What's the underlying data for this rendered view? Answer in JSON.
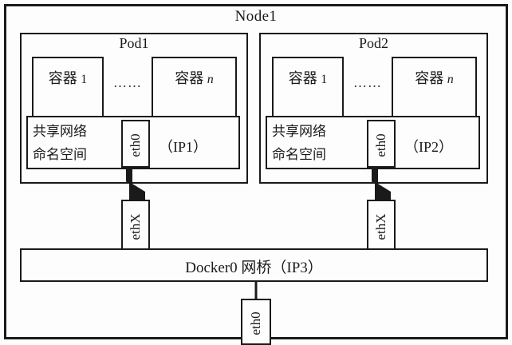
{
  "diagram": {
    "title": "Node1",
    "type": "kubernetes-pod-network-topology",
    "node": {
      "label": "Node1"
    },
    "pods": [
      {
        "title": "Pod1",
        "containers": [
          {
            "label_prefix": "容器",
            "index": "1",
            "index_style": "regular"
          },
          {
            "label_prefix": "容器",
            "index": "n",
            "index_style": "italic"
          }
        ],
        "ellipsis": "……",
        "namespace": {
          "line1": "共享网络",
          "line2": "命名空间"
        },
        "interface": "eth0",
        "ip_label": "（IP1）"
      },
      {
        "title": "Pod2",
        "containers": [
          {
            "label_prefix": "容器",
            "index": "1",
            "index_style": "regular"
          },
          {
            "label_prefix": "容器",
            "index": "n",
            "index_style": "italic"
          }
        ],
        "ellipsis": "……",
        "namespace": {
          "line1": "共享网络",
          "line2": "命名空间"
        },
        "interface": "eth0",
        "ip_label": "（IP2）"
      }
    ],
    "veth_pairs": [
      {
        "label": "ethX"
      },
      {
        "label": "ethX"
      }
    ],
    "bridge": {
      "label": "Docker0 网桥（IP3）"
    },
    "host_interface": {
      "label": "eth0"
    },
    "colors": {
      "stroke": "#1a1a1a",
      "background": "#fdfdfd",
      "text": "#1a1a1a"
    }
  }
}
